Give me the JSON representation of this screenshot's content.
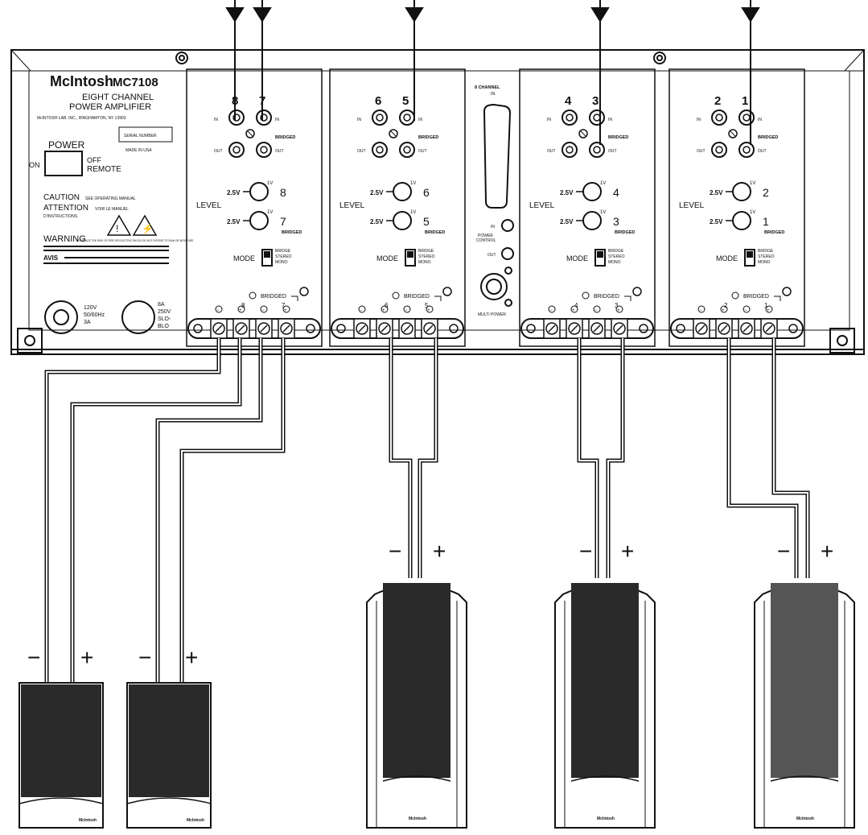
{
  "brand": {
    "logo": "McIntosh",
    "model": "MC7108",
    "line1": "EIGHT CHANNEL",
    "line2": "POWER AMPLIFIER",
    "address": "McINTOSH LAB. INC., BINGHAMTON, NY 13903",
    "serial_label": "SERIAL NUMBER",
    "made_in": "MADE IN USA"
  },
  "power": {
    "label": "POWER",
    "on": "ON",
    "off": "OFF",
    "remote": "REMOTE"
  },
  "warnings": {
    "caution": "CAUTION",
    "caution_sub": "SEE OPERATING MANUAL",
    "attention": "ATTENTION",
    "attention_sub": "VOIR LE MANUEL",
    "attention_sub2": "D'INSTRUCTIONS",
    "warning": "WARNING",
    "avis": "AVIS",
    "fine_print": "TO REDUCE THE RISK OF FIRE OR ELECTRIC SHOCK DO NOT EXPOSE TO RAIN OR MOISTURE"
  },
  "ac": {
    "voltage": "120V",
    "freq": "50/60Hz",
    "amps": "3A",
    "fuse1": "8A",
    "fuse2": "250V",
    "fuse3": "SLO-",
    "fuse4": "BLO"
  },
  "center": {
    "input_label": "8 CHANNEL",
    "input_sub": "IN",
    "power_control": "POWER",
    "power_control2": "CONTROL",
    "in": "IN",
    "out": "OUT",
    "multi": "MULTI POWER"
  },
  "common": {
    "in": "IN",
    "out": "OUT",
    "bridged": "BRIDGED",
    "level": "LEVEL",
    "mode": "MODE",
    "v25": "2.5V",
    "v1": "1V",
    "mode_opts": [
      "BRIDGE",
      "STEREO",
      "MONO"
    ],
    "minus": "−",
    "plus": "+"
  },
  "modules": [
    {
      "left": "8",
      "right": "7"
    },
    {
      "left": "6",
      "right": "5"
    },
    {
      "left": "4",
      "right": "3"
    },
    {
      "left": "2",
      "right": "1"
    }
  ],
  "speaker_brand": "McIntosh",
  "speakers": [
    {
      "minus": "−",
      "plus": "+"
    },
    {
      "minus": "−",
      "plus": "+"
    },
    {
      "minus": "−",
      "plus": "+"
    },
    {
      "minus": "−",
      "plus": "+"
    },
    {
      "minus": "−",
      "plus": "+"
    }
  ]
}
